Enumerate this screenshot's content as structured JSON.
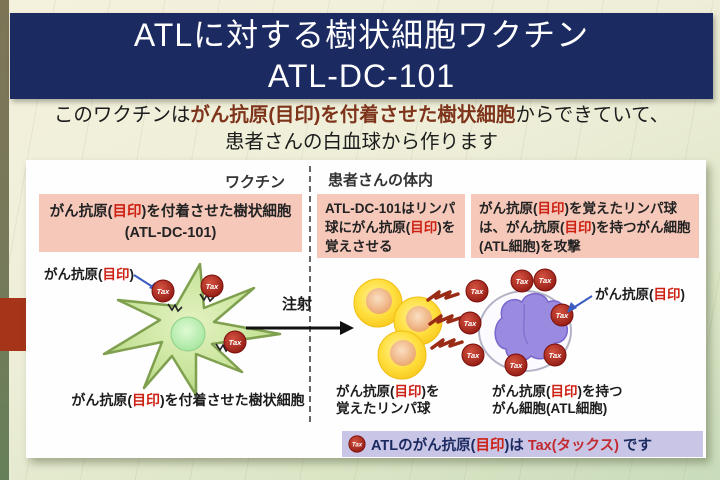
{
  "colors": {
    "title_bg": "#1b2a60",
    "accent_pink": "#f5c8ba",
    "highlight_red": "#cc2012",
    "subtitle_brown": "#7e331b",
    "tax_badge_red": "#9c1a10",
    "note_bg": "#c9c5e6",
    "left_bar_olive": "#7d7456",
    "red_square": "#a53418"
  },
  "title": {
    "line1": "ATLに対する樹状細胞ワクチン",
    "line2": "ATL-DC-101"
  },
  "subtitle": {
    "pre": "このワクチンは",
    "highlight": "がん抗原(目印)を付着させた樹状細胞",
    "post": "からできていて、",
    "line2": "患者さんの白血球から作ります"
  },
  "diagram": {
    "section_left": "ワクチン",
    "section_right": "患者さんの体内",
    "box1": {
      "l1a": "がん抗原(",
      "l1b": "目印",
      "l1c": ")を付着させた樹状細胞",
      "l2": "(ATL-DC-101)"
    },
    "box2": {
      "a": "ATL-DC-101はリンパ球にがん抗原(",
      "b": "目印",
      "c": ")を覚えさせる"
    },
    "box3": {
      "a": "がん抗原(",
      "b": "目印",
      "c": ")を覚えたリンパ球は、がん抗原(",
      "d": "目印",
      "e": ")を持つがん細胞(ATL細胞)を攻撃"
    },
    "antigen_label": {
      "a": "がん抗原(",
      "b": "目印",
      "c": ")"
    },
    "injection": "注射",
    "tax_badge": "Tax",
    "label_dc": {
      "a": "がん抗原(",
      "b": "目印",
      "c": ")を付着させた樹状細胞"
    },
    "label_lymph": {
      "a": "がん抗原(",
      "b": "目印",
      "c": ")を",
      "line2": "覚えたリンパ球"
    },
    "label_cancer": {
      "a": "がん抗原(",
      "b": "目印",
      "c": ")を持つ",
      "line2": "がん細胞(ATL細胞)"
    },
    "note": {
      "a": "ATLのがん抗原(",
      "b": "目印",
      "c": ")は ",
      "d": "Tax(タックス)",
      "e": " です"
    }
  }
}
